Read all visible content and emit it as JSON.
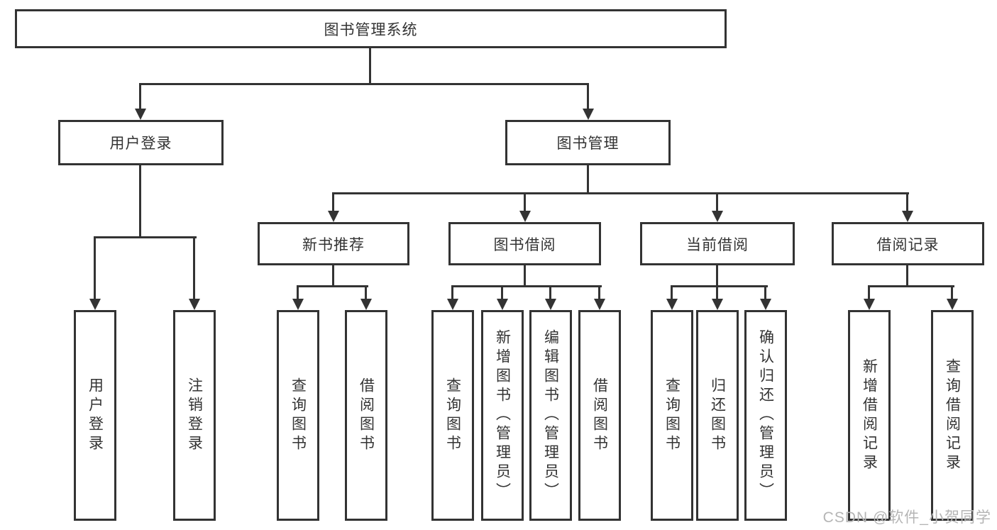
{
  "tree": {
    "root": {
      "label": "图书管理系统"
    },
    "children": [
      {
        "label": "用户登录",
        "children": [
          {
            "label": "用户登录"
          },
          {
            "label": "注销登录"
          }
        ]
      },
      {
        "label": "图书管理",
        "children": [
          {
            "label": "新书推荐",
            "children": [
              {
                "label": "查询图书"
              },
              {
                "label": "借阅图书"
              }
            ]
          },
          {
            "label": "图书借阅",
            "children": [
              {
                "label": "查询图书"
              },
              {
                "label": "新增图书（管理员）"
              },
              {
                "label": "编辑图书（管理员）"
              },
              {
                "label": "借阅图书"
              }
            ]
          },
          {
            "label": "当前借阅",
            "children": [
              {
                "label": "查询图书"
              },
              {
                "label": "归还图书"
              },
              {
                "label": "确认归还（管理员）"
              }
            ]
          },
          {
            "label": "借阅记录",
            "children": [
              {
                "label": "新增借阅记录"
              },
              {
                "label": "查询借阅记录"
              }
            ]
          }
        ]
      }
    ]
  },
  "watermark": {
    "text": "CSDN @软件_小贺同学"
  },
  "colors": {
    "line": "#333333",
    "text": "#333333",
    "background": "#ffffff",
    "watermark": "#b5b5b5"
  }
}
